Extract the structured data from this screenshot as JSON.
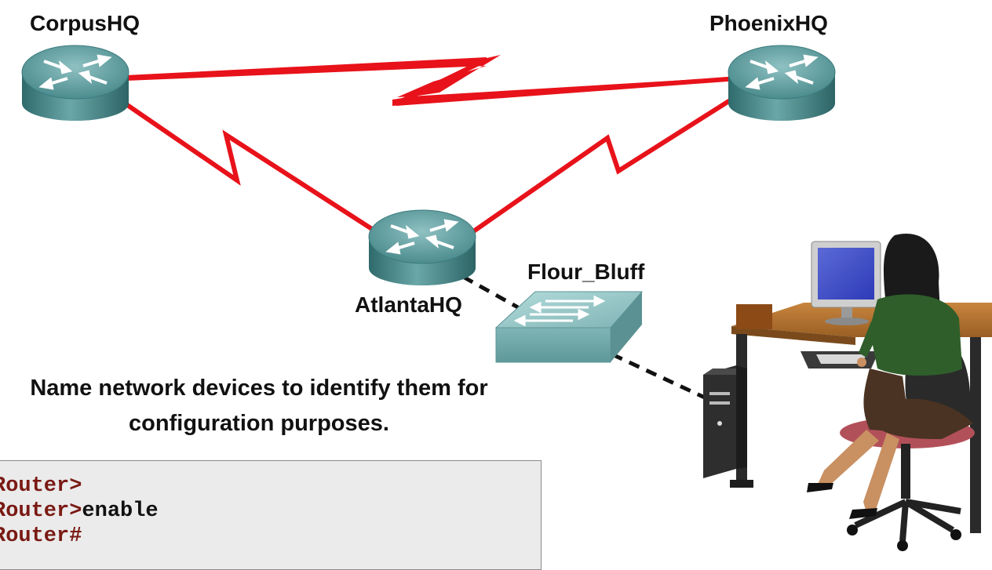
{
  "devices": {
    "corpus": {
      "name": "CorpusHQ",
      "type": "router"
    },
    "phoenix": {
      "name": "PhoenixHQ",
      "type": "router"
    },
    "atlanta": {
      "name": "AtlantaHQ",
      "type": "router"
    },
    "flour": {
      "name": "Flour_Bluff",
      "type": "switch"
    }
  },
  "links": [
    {
      "from": "CorpusHQ",
      "to": "PhoenixHQ",
      "kind": "serial"
    },
    {
      "from": "CorpusHQ",
      "to": "AtlantaHQ",
      "kind": "serial"
    },
    {
      "from": "PhoenixHQ",
      "to": "AtlantaHQ",
      "kind": "serial"
    },
    {
      "from": "AtlantaHQ",
      "to": "Flour_Bluff",
      "kind": "console"
    },
    {
      "from": "Flour_Bluff",
      "to": "workstation",
      "kind": "console"
    }
  ],
  "caption": {
    "line1": "Name network devices to identify them for",
    "line2": "configuration purposes."
  },
  "cli": {
    "lines": [
      {
        "prompt": "Router>",
        "command": ""
      },
      {
        "prompt": "Router>",
        "command": "enable"
      },
      {
        "prompt": "Router#",
        "command": ""
      }
    ]
  },
  "colors": {
    "serial_link": "#e8121a",
    "router_body": "#4f8f91",
    "switch_body": "#7fb5b5",
    "prompt": "#7a1a14",
    "cli_background": "#ebebeb"
  },
  "icons": {
    "router": "router-icon",
    "switch": "switch-icon",
    "workstation": "person-at-computer-icon"
  }
}
